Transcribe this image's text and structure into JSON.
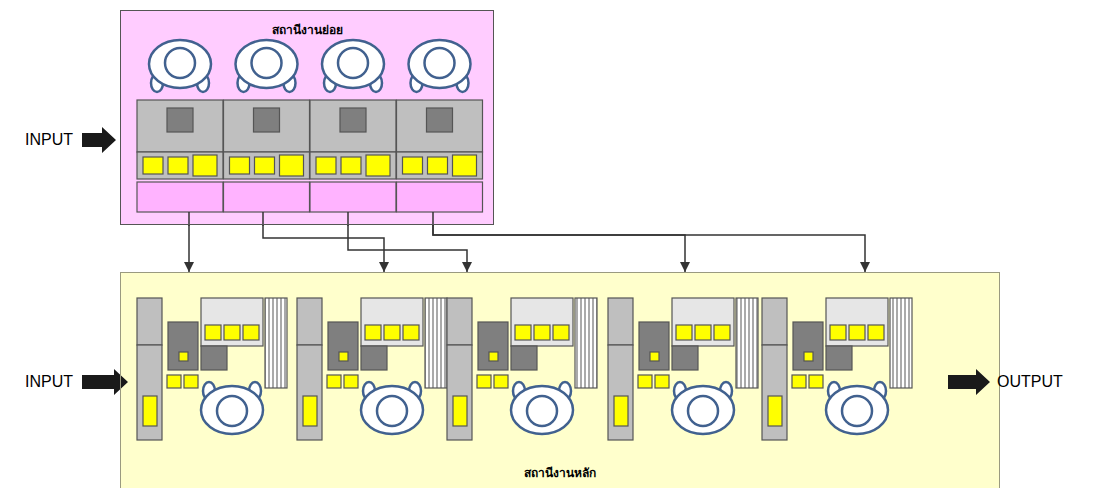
{
  "diagram": {
    "nodes": [
      {
        "text": [
          "สถานีงานย่อย"
        ]
      },
      {
        "text": [
          "สถานีงานหลัก"
        ]
      }
    ],
    "edges": [
      {
        "from": 0,
        "to": 1,
        "arrow": "to"
      },
      {
        "from": 0,
        "to": 1,
        "arrow": "to"
      },
      {
        "from": 0,
        "to": 1,
        "arrow": "to"
      },
      {
        "from": 0,
        "to": 1,
        "arrow": "to"
      },
      {
        "from": 0,
        "to": 1,
        "arrow": "to"
      }
    ],
    "labels": [
      "INPUT",
      "INPUT",
      "OUTPUT"
    ]
  }
}
